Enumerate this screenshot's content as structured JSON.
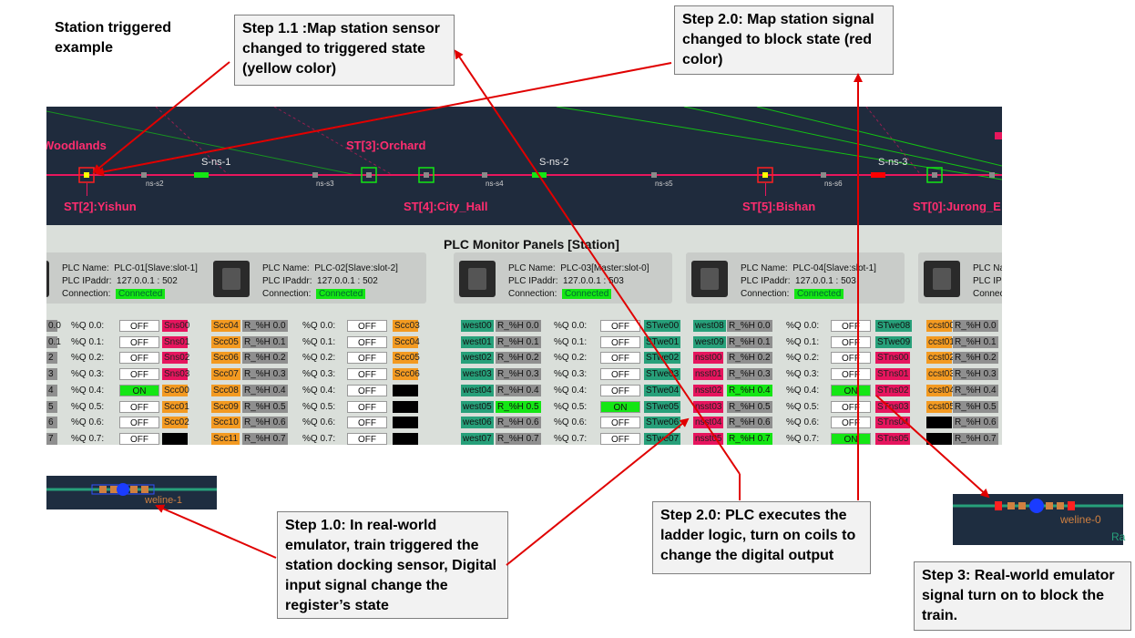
{
  "title": "Station triggered\nexample",
  "callouts": {
    "step11": "Step 1.1 :Map station sensor changed to triggered state (yellow color)",
    "step20_map": "Step 2.0: Map station signal changed to block state (red color)",
    "step10": "Step 1.0: In real-world emulator, train triggered the station docking sensor, Digital input signal change the register’s state",
    "step20_plc": "Step 2.0: PLC executes the ladder logic, turn on coils to change the digital output",
    "step3": "Step 3: Real-world emulator signal turn on to block the train."
  },
  "map": {
    "stations": [
      "Woodlands",
      "ST[2]:Yishun",
      "ST[3]:Orchard",
      "ST[4]:City_Hall",
      "ST[5]:Bishan",
      "ST[0]:Jurong_E"
    ],
    "segments": [
      "S-ns-1",
      "S-ns-2",
      "S-ns-3"
    ],
    "nodes": [
      "ns-s2",
      "ns-s3",
      "ns-s4",
      "ns-s5",
      "ns-s6"
    ],
    "colors": {
      "track": "#e8175d",
      "sensor_triggered": "#ffff00",
      "signal_block": "#ff0000",
      "signal_clear": "#14e614"
    }
  },
  "plc": {
    "heading": "PLC Monitor Panels [Station]",
    "name_label": "PLC Name:",
    "ip_label": "PLC IPaddr:",
    "conn_label": "Connection:",
    "conn_value": "Connected",
    "panels": [
      {
        "name": "PLC-01[Slave:slot-1]",
        "ip": "127.0.0.1 : 502"
      },
      {
        "name": "PLC-02[Slave:slot-2]",
        "ip": "127.0.0.1 : 502"
      },
      {
        "name": "PLC-03[Master:slot-0]",
        "ip": "127.0.0.1 : 503"
      },
      {
        "name": "PLC-04[Slave:slot-1]",
        "ip": "127.0.0.1 : 503"
      },
      {
        "name": "PLC N",
        "ip": ""
      }
    ],
    "q_labels": [
      "%Q 0.0:",
      "%Q 0.1:",
      "%Q 0.2:",
      "%Q 0.3:",
      "%Q 0.4:",
      "%Q 0.5:",
      "%Q 0.6:",
      "%Q 0.7:"
    ],
    "h_labels": [
      "R_%H 0.0",
      "R_%H 0.1",
      "R_%H 0.2",
      "R_%H 0.3",
      "R_%H 0.4",
      "R_%H 0.5",
      "R_%H 0.6",
      "R_%H 0.7"
    ],
    "on": "ON",
    "off": "OFF",
    "col1_left": [
      "0.0",
      "0.1",
      "2",
      "3",
      "4",
      "5",
      "6",
      "7"
    ],
    "col1_out": [
      "Sns00",
      "Sns01",
      "Sns02",
      "Sns03",
      "Scc00",
      "Scc01",
      "Scc02",
      ""
    ],
    "col1_state": [
      "OFF",
      "OFF",
      "OFF",
      "OFF",
      "ON",
      "OFF",
      "OFF",
      "OFF"
    ],
    "col2_in": [
      "Scc04",
      "Scc05",
      "Scc06",
      "Scc07",
      "Scc08",
      "Scc09",
      "Scc10",
      "Scc11"
    ],
    "col2_out": [
      "Scc03",
      "Scc04",
      "Scc05",
      "Scc06",
      "",
      "",
      "",
      ""
    ],
    "col2_state": [
      "OFF",
      "OFF",
      "OFF",
      "OFF",
      "OFF",
      "OFF",
      "OFF",
      "OFF"
    ],
    "col3_in": [
      "west00",
      "west01",
      "west02",
      "west03",
      "west04",
      "west05",
      "west06",
      "west07"
    ],
    "col3_out": [
      "STwe00",
      "STwe01",
      "STwe02",
      "STwe03",
      "STwe04",
      "STwe05",
      "STwe06",
      "STwe07"
    ],
    "col3_state": [
      "OFF",
      "OFF",
      "OFF",
      "OFF",
      "OFF",
      "ON",
      "OFF",
      "OFF"
    ],
    "col4_in": [
      "west08",
      "west09",
      "nsst00",
      "nsst01",
      "nsst02",
      "nsst03",
      "nsst04",
      "nsst05"
    ],
    "col4_out": [
      "STwe08",
      "STwe09",
      "STns00",
      "STns01",
      "STns02",
      "STns03",
      "STns04",
      "STns05"
    ],
    "col4_state": [
      "OFF",
      "OFF",
      "OFF",
      "OFF",
      "ON",
      "OFF",
      "OFF",
      "ON"
    ],
    "col5_in": [
      "ccst00",
      "ccst01",
      "ccst02",
      "ccst03",
      "ccst04",
      "ccst05",
      "",
      ""
    ],
    "col5_h": [
      "R_%H 0.0",
      "R_%H 0.1",
      "R_%H 0.2",
      "R_%H 0.3",
      "R_%H 0.4",
      "R_%H 0.5",
      "R_%H 0.6",
      "R_%H 0.7"
    ]
  },
  "trains": {
    "left_label": "weline-1",
    "right_label": "weline-0",
    "right_extra": "Ra"
  }
}
